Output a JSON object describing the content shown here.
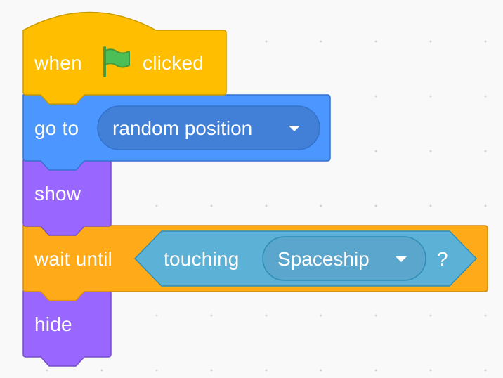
{
  "script": {
    "hat_block": {
      "before_flag": "when",
      "flag_icon": "green-flag-icon",
      "after_flag": "clicked"
    },
    "goto_block": {
      "label": "go to",
      "menu_value": "random position"
    },
    "show_block": {
      "label": "show"
    },
    "wait_block": {
      "label": "wait until",
      "condition": {
        "label": "touching",
        "menu_value": "Spaceship",
        "suffix": "?"
      }
    },
    "hide_block": {
      "label": "hide"
    }
  },
  "colors": {
    "events": "#ffbf00",
    "motion": "#4c97ff",
    "looks": "#9966ff",
    "control": "#ffab19",
    "sensing": "#5cb1d6",
    "flag_green": "#4cbf56"
  }
}
